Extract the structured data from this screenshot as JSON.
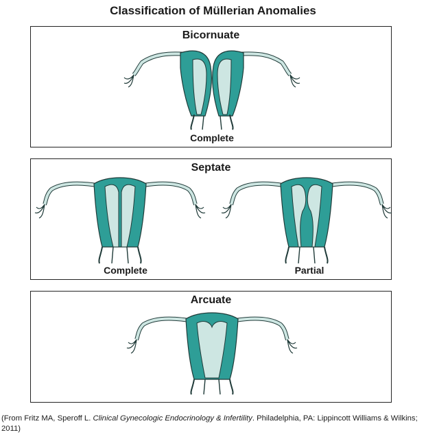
{
  "title": "Classification of Müllerian Anomalies",
  "colors": {
    "teal": "#2e9e97",
    "light": "#cde6e2",
    "stroke": "#1f3a38",
    "border": "#222222"
  },
  "panels": {
    "bicornuate": {
      "title": "Bicornuate",
      "labels": [
        "Complete"
      ]
    },
    "septate": {
      "title": "Septate",
      "labels": [
        "Complete",
        "Partial"
      ]
    },
    "arcuate": {
      "title": "Arcuate",
      "labels": []
    }
  },
  "credit": {
    "prefix": "(From Fritz MA, Speroff L. ",
    "book": "Clinical Gynecologic Endocrinology & Infertility",
    "suffix": ". Philadelphia, PA: Lippincott Williams & Wilkins; 2011)"
  }
}
